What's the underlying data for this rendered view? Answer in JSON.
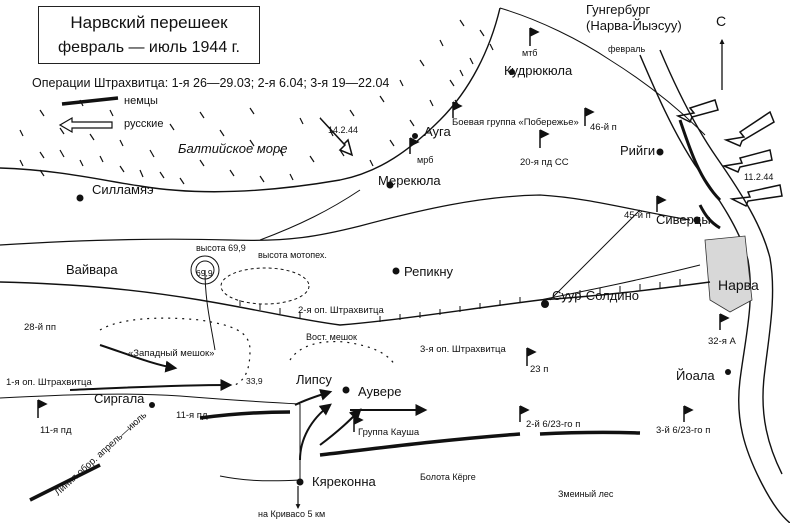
{
  "title": {
    "line1": "Нарвский перешеек",
    "line2": "февраль — июль 1944 г."
  },
  "operations_note": "Операции Штрахвитца: 1-я 26—29.03; 2-я 6.04; 3-я 19—22.04",
  "legend": {
    "germans": "немцы",
    "russians": "русские"
  },
  "compass": "С",
  "places": {
    "gungerburg_1": "Гунгербург",
    "gungerburg_2": "(Нарва-Йыэсуу)",
    "kudryukyula": "Кудрюкюла",
    "auga": "Ауга",
    "merekyula": "Мерекюла",
    "sillamae": "Силламяэ",
    "riygi": "Рийги",
    "sivertsy": "Сиверцы",
    "narva": "Нарва",
    "vaivara": "Вайвара",
    "repikny": "Репикну",
    "suur_soldino": "Суур-Солдино",
    "lipsu": "Липсу",
    "auvere": "Аувере",
    "sirgala": "Сиргала",
    "kyarekonna": "Кяреконна",
    "yoala": "Йоала"
  },
  "water": {
    "baltic": "Балтийское море"
  },
  "labels": {
    "mtb": "мтб",
    "february": "февраль",
    "date_14_2": "14.2.44",
    "date_11_2": "11.2.44",
    "mrb": "мрб",
    "coastal_group": "Боевая группа «Побережье»",
    "div_46": "46-й п",
    "div_20ss": "20-я пд СС",
    "div_45": "45-й п",
    "height_69_9": "высота 69,9",
    "height_69_9_mark": "69,9",
    "motopeh_height": "высота мотопех.",
    "second_op": "2-я оп. Штрахвитца",
    "west_pocket": "«Западный мешок»",
    "east_pocket": "Вост. мешок",
    "third_op": "3-я оп. Штрахвитца",
    "first_op": "1-я оп. Штрахвитца",
    "pp28": "28-й пп",
    "mark_33_9": "33,9",
    "pd11a": "11-я пд",
    "pd11b": "11-я пд",
    "p23": "23 п",
    "a32": "32-я А",
    "kaush_group": "Группа Кауша",
    "p2_6_23": "2-й 6/23-го п",
    "p3_6_23": "3-й 6/23-го п",
    "defense_line": "Линия обор. апрель—июль",
    "krivaso": "на Кривасо 5 км",
    "kerge_swamp": "Болота Кёрге",
    "snake_forest": "Змеиный лес"
  }
}
